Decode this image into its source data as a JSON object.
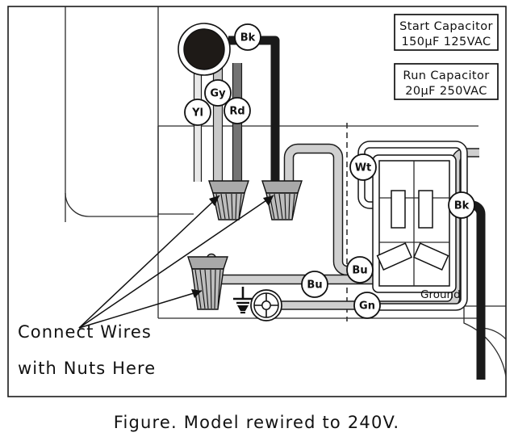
{
  "figure": {
    "caption": "Figure.  Model rewired to 240V.",
    "note_line1": "Connect  Wires",
    "note_line2": "with  Nuts  Here",
    "ground_label": "Ground"
  },
  "capacitors": [
    {
      "name": "Start  Capacitor",
      "rating": "150µF  125VAC"
    },
    {
      "name": "Run  Capacitor",
      "rating": "20µF  250VAC"
    }
  ],
  "wire_labels": [
    {
      "id": "bk-motor",
      "text": "Bk",
      "meaning": "black"
    },
    {
      "id": "gy-motor",
      "text": "Gy",
      "meaning": "gray"
    },
    {
      "id": "yl-motor",
      "text": "Yl",
      "meaning": "yellow"
    },
    {
      "id": "rd-motor",
      "text": "Rd",
      "meaning": "red"
    },
    {
      "id": "wt-box",
      "text": "Wt",
      "meaning": "white"
    },
    {
      "id": "bk-box",
      "text": "Bk",
      "meaning": "black"
    },
    {
      "id": "bu-upper",
      "text": "Bu",
      "meaning": "blue"
    },
    {
      "id": "bu-lower",
      "text": "Bu",
      "meaning": "blue"
    },
    {
      "id": "gn-ground",
      "text": "Gn",
      "meaning": "green"
    }
  ],
  "colors": {
    "wire_black": "#1a1a1a",
    "wire_dark_gray": "#6e6e6e",
    "wire_light_gray": "#cfcfcf",
    "wire_pale": "#e3e3e3",
    "nut_fill": "#a9a9a9",
    "outline": "#111111",
    "background": "#ffffff"
  },
  "components": {
    "motor_label": "motor",
    "breaker_label": "double-pole-breaker",
    "ground_screw_label": "ground-screw"
  }
}
